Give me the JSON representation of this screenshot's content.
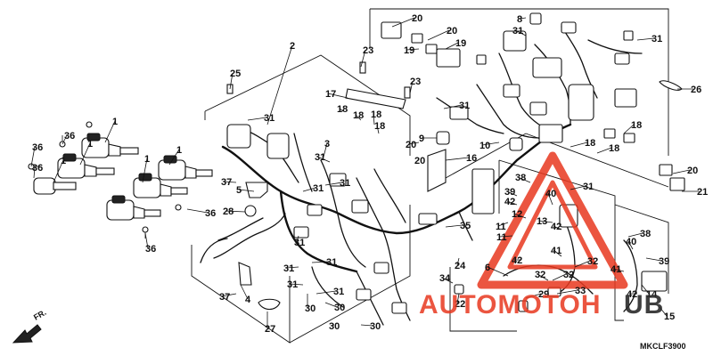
{
  "diagram": {
    "code": "MKCLF3900",
    "direction_label": "FR.",
    "watermark": {
      "text": "AUTOMOTOHUB",
      "accent_color": "#e8381f",
      "dark_color": "#2b2b2b"
    },
    "callouts": [
      "1",
      "1",
      "1",
      "1",
      "1",
      "2",
      "3",
      "4",
      "5",
      "6",
      "8",
      "9",
      "10",
      "11",
      "11",
      "12",
      "13",
      "14",
      "15",
      "16",
      "17",
      "18",
      "18",
      "18",
      "18",
      "18",
      "18",
      "18",
      "19",
      "19",
      "20",
      "20",
      "20",
      "20",
      "20",
      "21",
      "22",
      "23",
      "23",
      "24",
      "25",
      "26",
      "27",
      "28",
      "29",
      "30",
      "30",
      "30",
      "30",
      "31",
      "31",
      "31",
      "31",
      "31",
      "31",
      "31",
      "31",
      "31",
      "31",
      "31",
      "31",
      "31",
      "32",
      "32",
      "32",
      "33",
      "34",
      "35",
      "36",
      "36",
      "36",
      "36",
      "36",
      "37",
      "37",
      "38",
      "38",
      "39",
      "39",
      "40",
      "40",
      "41",
      "41",
      "42",
      "42",
      "42",
      "42"
    ]
  }
}
